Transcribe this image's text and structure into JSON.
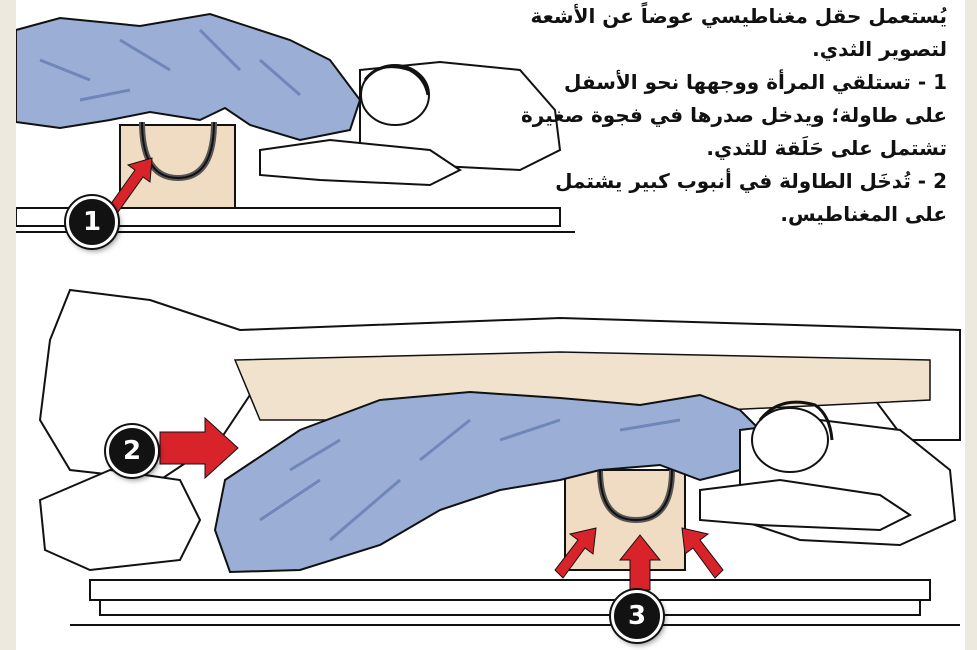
{
  "caption": {
    "line1": "يُستعمل حقل مغناطيسي عوضاً عن الأشعة لتصوير الثدي.",
    "step1": "1 - تستلقي المرأة ووجهها نحو الأسفل على طاولة؛ ويدخل صدرها في فجوة صغيرة تشتمل على حَلَقة للثدي.",
    "step2": "2 - تُدخَل الطاولة في أنبوب كبير يشتمل على المغناطيس."
  },
  "badges": {
    "one": "1",
    "two": "2",
    "three": "3"
  },
  "colors": {
    "blanket": "#9aaed6",
    "blanket_shadow": "#6f86b8",
    "tube_inner": "#f0e2cc",
    "cushion": "#efdcc2",
    "arrow": "#d8232a",
    "ink": "#111111",
    "frame": "#ede9df"
  }
}
